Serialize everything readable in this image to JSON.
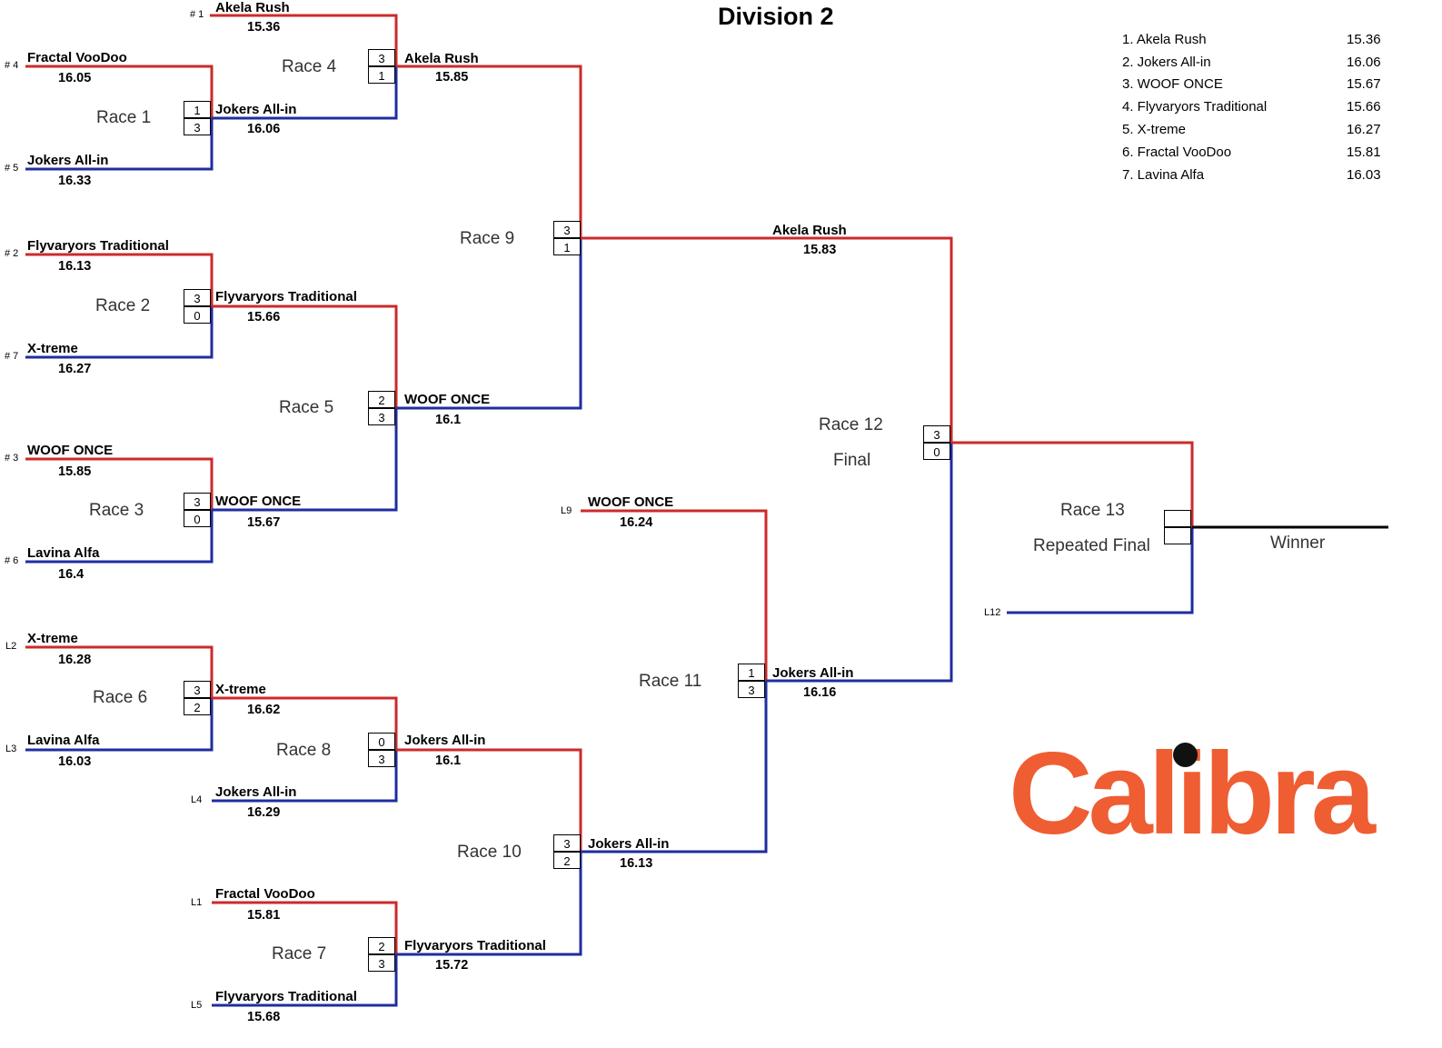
{
  "title": "Division 2",
  "logo_text": "Calibra",
  "winner_label": "Winner",
  "colors": {
    "top_line": "#cc2a2a",
    "bottom_line": "#1f2da0",
    "logo": "#ef5d32"
  },
  "standings": [
    {
      "label": "1. Akela Rush",
      "time": "15.36"
    },
    {
      "label": "2. Jokers All-in",
      "time": "16.06"
    },
    {
      "label": "3. WOOF ONCE",
      "time": "15.67"
    },
    {
      "label": "4. Flyvaryors Traditional",
      "time": "15.66"
    },
    {
      "label": "5. X-treme",
      "time": "16.27"
    },
    {
      "label": "6. Fractal VooDoo",
      "time": "15.81"
    },
    {
      "label": "7. Lavina Alfa",
      "time": "16.03"
    }
  ],
  "races": {
    "r1": {
      "label": "Race 1",
      "score_top": "1",
      "score_bottom": "3"
    },
    "r2": {
      "label": "Race 2",
      "score_top": "3",
      "score_bottom": "0"
    },
    "r3": {
      "label": "Race 3",
      "score_top": "3",
      "score_bottom": "0"
    },
    "r4": {
      "label": "Race 4",
      "score_top": "3",
      "score_bottom": "1"
    },
    "r5": {
      "label": "Race 5",
      "score_top": "2",
      "score_bottom": "3"
    },
    "r6": {
      "label": "Race 6",
      "score_top": "3",
      "score_bottom": "2"
    },
    "r7": {
      "label": "Race 7",
      "score_top": "2",
      "score_bottom": "3"
    },
    "r8": {
      "label": "Race 8",
      "score_top": "0",
      "score_bottom": "3"
    },
    "r9": {
      "label": "Race 9",
      "score_top": "3",
      "score_bottom": "1"
    },
    "r10": {
      "label": "Race 10",
      "score_top": "3",
      "score_bottom": "2"
    },
    "r11": {
      "label": "Race 11",
      "score_top": "1",
      "score_bottom": "3"
    },
    "r12": {
      "label": "Race 12",
      "sublabel": "Final",
      "score_top": "3",
      "score_bottom": "0"
    },
    "r13": {
      "label": "Race 13",
      "sublabel": "Repeated Final",
      "score_top": "",
      "score_bottom": ""
    }
  },
  "slots": {
    "s1": {
      "seed": "# 1",
      "team": "Akela Rush",
      "time": "15.36"
    },
    "s4": {
      "seed": "# 4",
      "team": "Fractal VooDoo",
      "time": "16.05"
    },
    "s5": {
      "seed": "# 5",
      "team": "Jokers All-in",
      "time": "16.33"
    },
    "s2": {
      "seed": "# 2",
      "team": "Flyvaryors Traditional",
      "time": "16.13"
    },
    "s7": {
      "seed": "# 7",
      "team": "X-treme",
      "time": "16.27"
    },
    "s3": {
      "seed": "# 3",
      "team": "WOOF ONCE",
      "time": "15.85"
    },
    "s6": {
      "seed": "# 6",
      "team": "Lavina Alfa",
      "time": "16.4"
    },
    "l2": {
      "seed": "L2",
      "team": "X-treme",
      "time": "16.28"
    },
    "l3": {
      "seed": "L3",
      "team": "Lavina Alfa",
      "time": "16.03"
    },
    "l4": {
      "seed": "L4",
      "team": "Jokers All-in",
      "time": "16.29"
    },
    "l1": {
      "seed": "L1",
      "team": "Fractal VooDoo",
      "time": "15.81"
    },
    "l5": {
      "seed": "L5",
      "team": "Flyvaryors Traditional",
      "time": "15.68"
    },
    "l9": {
      "seed": "L9",
      "team": "WOOF ONCE",
      "time": "16.24"
    },
    "l12": {
      "seed": "L12"
    },
    "w1": {
      "team": "Jokers All-in",
      "time": "16.06"
    },
    "w2": {
      "team": "Flyvaryors Traditional",
      "time": "15.66"
    },
    "w3": {
      "team": "WOOF ONCE",
      "time": "15.67"
    },
    "w4": {
      "team": "Akela Rush",
      "time": "15.85"
    },
    "w5": {
      "team": "WOOF ONCE",
      "time": "16.1"
    },
    "w6": {
      "team": "X-treme",
      "time": "16.62"
    },
    "w7": {
      "team": "Flyvaryors Traditional",
      "time": "15.72"
    },
    "w8": {
      "team": "Jokers All-in",
      "time": "16.1"
    },
    "w9": {
      "team": "Akela Rush",
      "time": "15.83"
    },
    "w10": {
      "team": "Jokers All-in",
      "time": "16.13"
    },
    "w11": {
      "team": "Jokers All-in",
      "time": "16.16"
    }
  }
}
